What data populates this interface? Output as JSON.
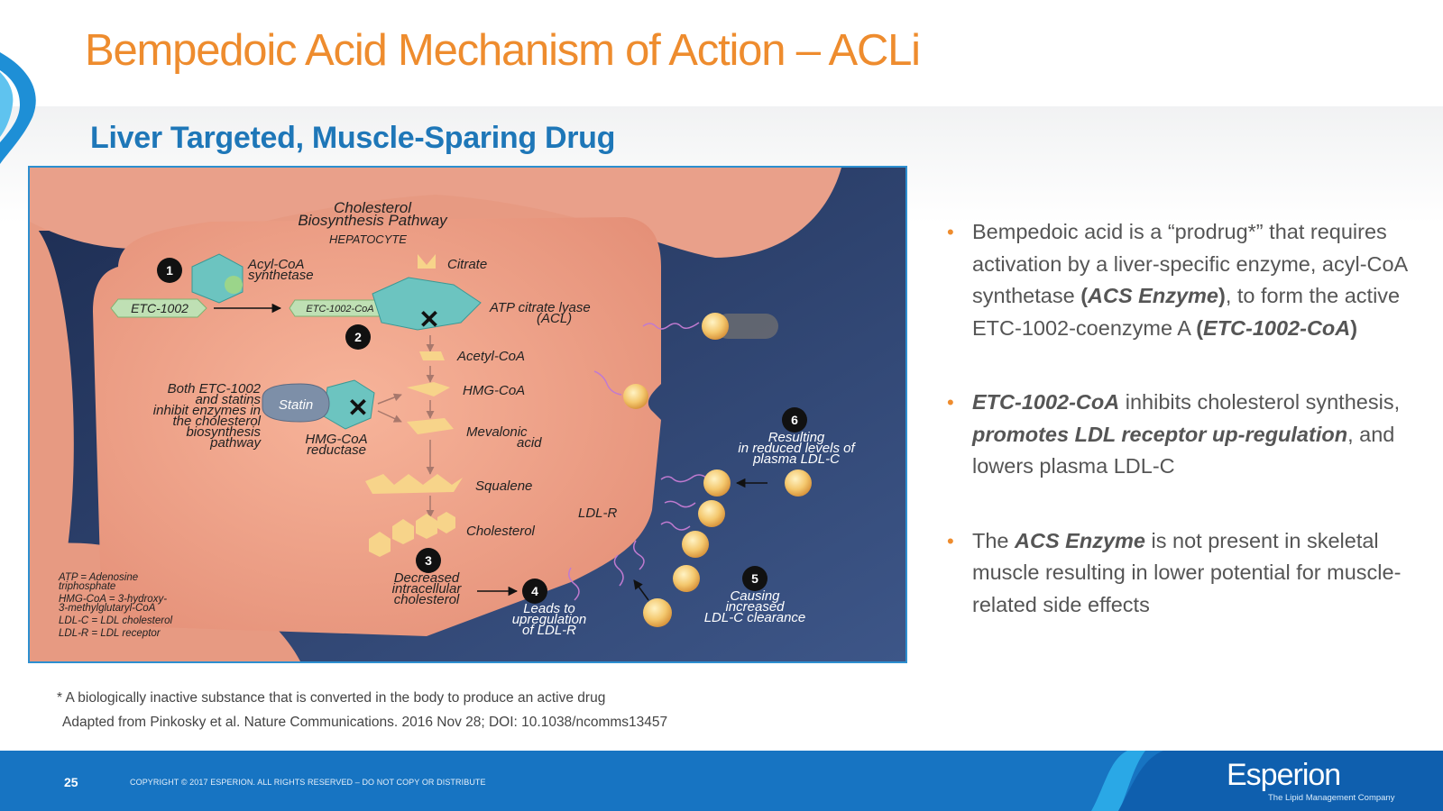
{
  "slide": {
    "title": "Bempedoic Acid Mechanism of Action – ACLi",
    "subtitle": "Liver Targeted, Muscle-Sparing Drug",
    "colors": {
      "title": "#ee8c2e",
      "subtitle": "#1e77b8",
      "footer": "#1774c2",
      "bullet_marker": "#ee8c2e"
    }
  },
  "diagram": {
    "heading_line1": "Cholesterol",
    "heading_line2": "Biosynthesis Pathway",
    "cell_label": "HEPATOCYTE",
    "steps": [
      "1",
      "2",
      "3",
      "4",
      "5",
      "6"
    ],
    "acylcoa_line1": "Acyl-CoA",
    "acylcoa_line2": "synthetase",
    "etc1002": "ETC-1002",
    "etc1002_coa": "ETC-1002-CoA",
    "citrate": "Citrate",
    "acl_line1": "ATP citrate lyase",
    "acl_line2": "(ACL)",
    "acetyl_coa": "Acetyl-CoA",
    "hmg_coa": "HMG-CoA",
    "mevalonic_line1": "Mevalonic",
    "mevalonic_line2": "acid",
    "squalene": "Squalene",
    "cholesterol": "Cholesterol",
    "statin": "Statin",
    "hmgr_line1": "HMG-CoA",
    "hmgr_line2": "reductase",
    "both_lines": [
      "Both ETC-1002",
      "and statins",
      "inhibit enzymes in",
      "the cholesterol",
      "biosynthesis",
      "pathway"
    ],
    "decreased_lines": [
      "Decreased",
      "intracellular",
      "cholesterol"
    ],
    "leads_lines": [
      "Leads to",
      "upregulation",
      "of LDL-R"
    ],
    "causing_lines": [
      "Causing",
      "increased",
      "LDL-C clearance"
    ],
    "resulting_lines": [
      "Resulting",
      "in reduced levels of",
      "plasma LDL-C"
    ],
    "ldlr": "LDL-R",
    "legend_lines": [
      "ATP = Adenosine",
      "triphosphate",
      "HMG-CoA = 3-hydroxy-",
      "3-methylglutaryl-CoA",
      "LDL-C = LDL cholesterol",
      "LDL-R = LDL receptor"
    ],
    "colors": {
      "cell": "#f2a88e",
      "background": "#263a66",
      "enzyme": "#6cc4c0",
      "molecule": "#f7d48a",
      "label_box": "#bfe0b4"
    }
  },
  "bullets": [
    {
      "parts": [
        {
          "text": "Bempedoic acid is a “prodrug*” that requires activation by a liver-specific enzyme, acyl-CoA synthetase  ",
          "style": "normal"
        },
        {
          "text": "(",
          "style": "bold"
        },
        {
          "text": "ACS Enzyme",
          "style": "bold-italic"
        },
        {
          "text": ")",
          "style": "bold"
        },
        {
          "text": ", to form the active ETC-1002-coenzyme A ",
          "style": "normal"
        },
        {
          "text": "(",
          "style": "bold"
        },
        {
          "text": "ETC-1002-CoA",
          "style": "bold-italic"
        },
        {
          "text": ")",
          "style": "bold"
        }
      ]
    },
    {
      "parts": [
        {
          "text": "ETC-1002-CoA",
          "style": "bold-italic"
        },
        {
          "text": " inhibits cholesterol synthesis, ",
          "style": "normal"
        },
        {
          "text": "promotes LDL receptor up-regulation",
          "style": "bold-italic"
        },
        {
          "text": ", and lowers plasma LDL-C",
          "style": "normal"
        }
      ]
    },
    {
      "parts": [
        {
          "text": "The ",
          "style": "normal"
        },
        {
          "text": "ACS Enzyme",
          "style": "bold-italic"
        },
        {
          "text": " is not present in skeletal muscle resulting in lower potential for muscle-related side effects",
          "style": "normal"
        }
      ]
    }
  ],
  "footnote": "* A biologically inactive substance that is converted in the body to produce an active drug",
  "citation": "Adapted from Pinkosky et al. Nature Communications. 2016 Nov 28; DOI: 10.1038/ncomms13457",
  "footer": {
    "page_number": "25",
    "copyright": "COPYRIGHT © 2017 ESPERION. ALL RIGHTS RESERVED – DO NOT COPY OR DISTRIBUTE",
    "logo_text": "Esperion",
    "tagline": "The Lipid Management Company"
  }
}
